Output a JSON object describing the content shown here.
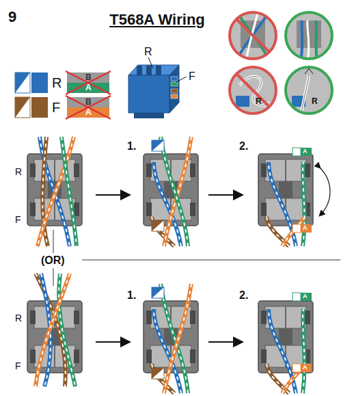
{
  "diagram": {
    "title": "T568A Wiring",
    "labels": [
      "9",
      "R",
      "B",
      "A",
      "F",
      "B",
      "A",
      "R",
      "F",
      "R",
      "F",
      "1.",
      "2.",
      "A",
      "A",
      "(OR)",
      "R",
      "F",
      "1.",
      "2.",
      "A",
      "A",
      "R",
      "R"
    ]
  }
}
